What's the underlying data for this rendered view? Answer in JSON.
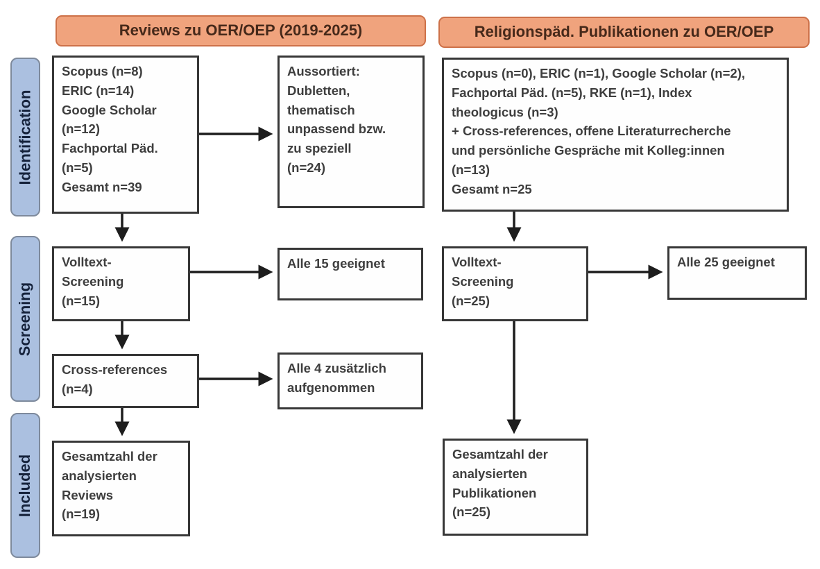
{
  "diagram_title": "PRISMA-style literature flow diagram",
  "colors": {
    "header_fill": "#f0a37d",
    "header_border": "#cd7149",
    "header_text": "#46291a",
    "stage_fill": "#abc0e0",
    "stage_border": "#7e8a9c",
    "stage_text": "#16233c",
    "box_border": "#373737",
    "box_text": "#3e3e3e",
    "arrow": "#1d1d1d"
  },
  "headers": {
    "left": "Reviews zu OER/OEP (2019-2025)",
    "right": "Religionspäd. Publikationen zu OER/OEP"
  },
  "stages": [
    {
      "label": "Identification"
    },
    {
      "label": "Screening"
    },
    {
      "label": "Included"
    }
  ],
  "boxes": {
    "left_sources": "Scopus (n=8)\nERIC (n=14)\nGoogle Scholar\n(n=12)\nFachportal Päd.\n(n=5)\nGesamt n=39",
    "left_excluded": "Aussortiert:\nDubletten,\nthematisch\nunpassend bzw.\nzu speziell\n(n=24)",
    "left_fulltext": "Volltext-\nScreening\n(n=15)",
    "left_suitable": "Alle 15 geeignet",
    "left_crossref": "Cross-references\n(n=4)",
    "left_added": "Alle 4 zusätzlich\naufgenommen",
    "left_total": "Gesamtzahl der\nanalysierten\nReviews\n(n=19)",
    "right_sources": "Scopus (n=0), ERIC (n=1), Google Scholar (n=2),\nFachportal Päd. (n=5), RKE (n=1), Index\ntheologicus (n=3)\n+ Cross-references, offene Literaturrecherche\nund persönliche Gespräche mit Kolleg:innen\n(n=13)\nGesamt n=25",
    "right_fulltext": "Volltext-\nScreening\n(n=25)",
    "right_suitable": "Alle 25 geeignet",
    "right_total": "Gesamtzahl der\nanalysierten\nPublikationen\n(n=25)"
  }
}
